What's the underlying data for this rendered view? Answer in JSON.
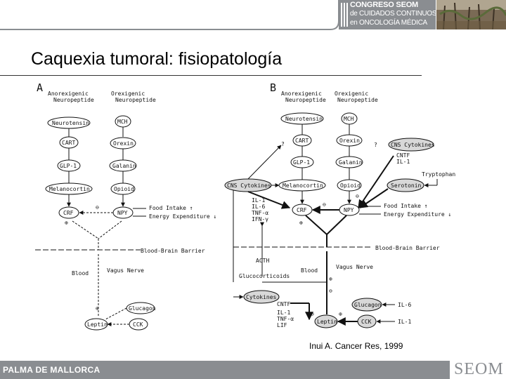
{
  "header": {
    "congress_line1": "CONGRESO SEOM",
    "congress_line2": "de CUIDADOS CONTINUOS",
    "congress_line3": "en ONCOLOGÍA MÉDICA"
  },
  "slide": {
    "title": "Caquexia tumoral: fisiopatología",
    "citation": "Inui A. Cancer Res, 1999"
  },
  "footer": {
    "location": "PALMA DE MALLORCA",
    "logo": "SEOM"
  },
  "diagram": {
    "panel_a": {
      "label": "A",
      "col_anorexigenic": [
        "Anorexigenic",
        "Neuropeptide"
      ],
      "col_orexigenic": [
        "Orexigenic",
        "Neuropeptide"
      ],
      "anorexigenic_nodes": [
        "Neurotensin",
        "CART",
        "GLP-1",
        "Melanocortin"
      ],
      "orexigenic_nodes": [
        "MCH",
        "Orexin",
        "Galanin",
        "Opioid"
      ],
      "crf": "CRF",
      "npy": "NPY",
      "food_intake": "Food Intake ↑",
      "energy": "Energy Expenditure ↓",
      "bbb": "Blood-Brain Barrier",
      "blood": "Blood",
      "vagus": "Vagus Nerve",
      "glucagon": "Glucagon",
      "leptin": "Leptin",
      "cck": "CCK"
    },
    "panel_b": {
      "label": "B",
      "col_anorexigenic": [
        "Anorexigenic",
        "Neuropeptide"
      ],
      "col_orexigenic": [
        "Orexigenic",
        "Neuropeptide"
      ],
      "anorexigenic_nodes": [
        "Neurotensin",
        "CART",
        "GLP-1",
        "Melanocortin"
      ],
      "orexigenic_nodes": [
        "MCH",
        "Orexin",
        "Galanin",
        "Opioid"
      ],
      "cns_cytokines_left": "CNS Cytokines",
      "cns_cytokines_right": "CNS Cytokines",
      "cntf_il1": [
        "CNTF",
        "IL-1"
      ],
      "tryptophan": "Tryptophan",
      "serotonin": "Serotonin",
      "cytokine_list": [
        "IL-1",
        "IL-6",
        "TNF-α",
        "IFN-γ"
      ],
      "crf": "CRF",
      "npy": "NPY",
      "food_intake": "Food Intake ↑",
      "energy": "Energy Expenditure ↓",
      "bbb": "Blood-Brain Barrier",
      "acth": "ACTH",
      "glucocorticoids": "Glucocorticoids",
      "blood": "Blood",
      "vagus": "Vagus Nerve",
      "cytokines": "Cytokines",
      "periph_list": [
        "CNTF",
        "IL-1",
        "TNF-α",
        "LIF"
      ],
      "glucagon": "Glucagon",
      "leptin": "Leptin",
      "cck": "CCK",
      "il6": "IL-6",
      "il1": "IL-1",
      "question": "?"
    }
  }
}
